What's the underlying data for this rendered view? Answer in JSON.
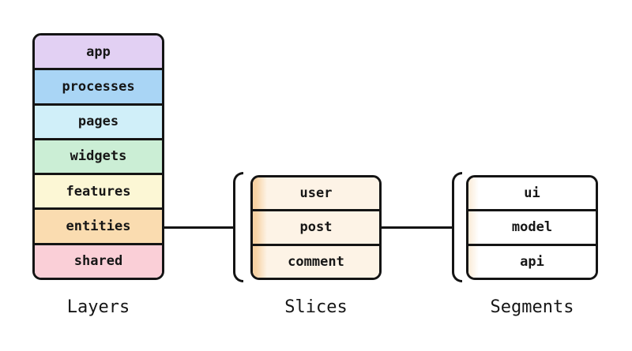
{
  "layers": {
    "label": "Layers",
    "items": [
      {
        "label": "app",
        "color": "#e2d0f3"
      },
      {
        "label": "processes",
        "color": "#a9d5f5"
      },
      {
        "label": "pages",
        "color": "#d0eff9"
      },
      {
        "label": "widgets",
        "color": "#cbeed5"
      },
      {
        "label": "features",
        "color": "#fcf7d5"
      },
      {
        "label": "entities",
        "color": "#fadcb0"
      },
      {
        "label": "shared",
        "color": "#facfd7"
      }
    ]
  },
  "slices": {
    "label": "Slices",
    "items": [
      {
        "label": "user"
      },
      {
        "label": "post"
      },
      {
        "label": "comment"
      }
    ]
  },
  "segments": {
    "label": "Segments",
    "items": [
      {
        "label": "ui"
      },
      {
        "label": "model"
      },
      {
        "label": "api"
      }
    ]
  },
  "colors": {
    "background": "#ffffff",
    "line": "#141414",
    "slice_stripe": "#f7d2a4",
    "slice_base": "#fdf3e6",
    "segment_stripe": "#fbeedd",
    "segment_base": "#ffffff"
  }
}
